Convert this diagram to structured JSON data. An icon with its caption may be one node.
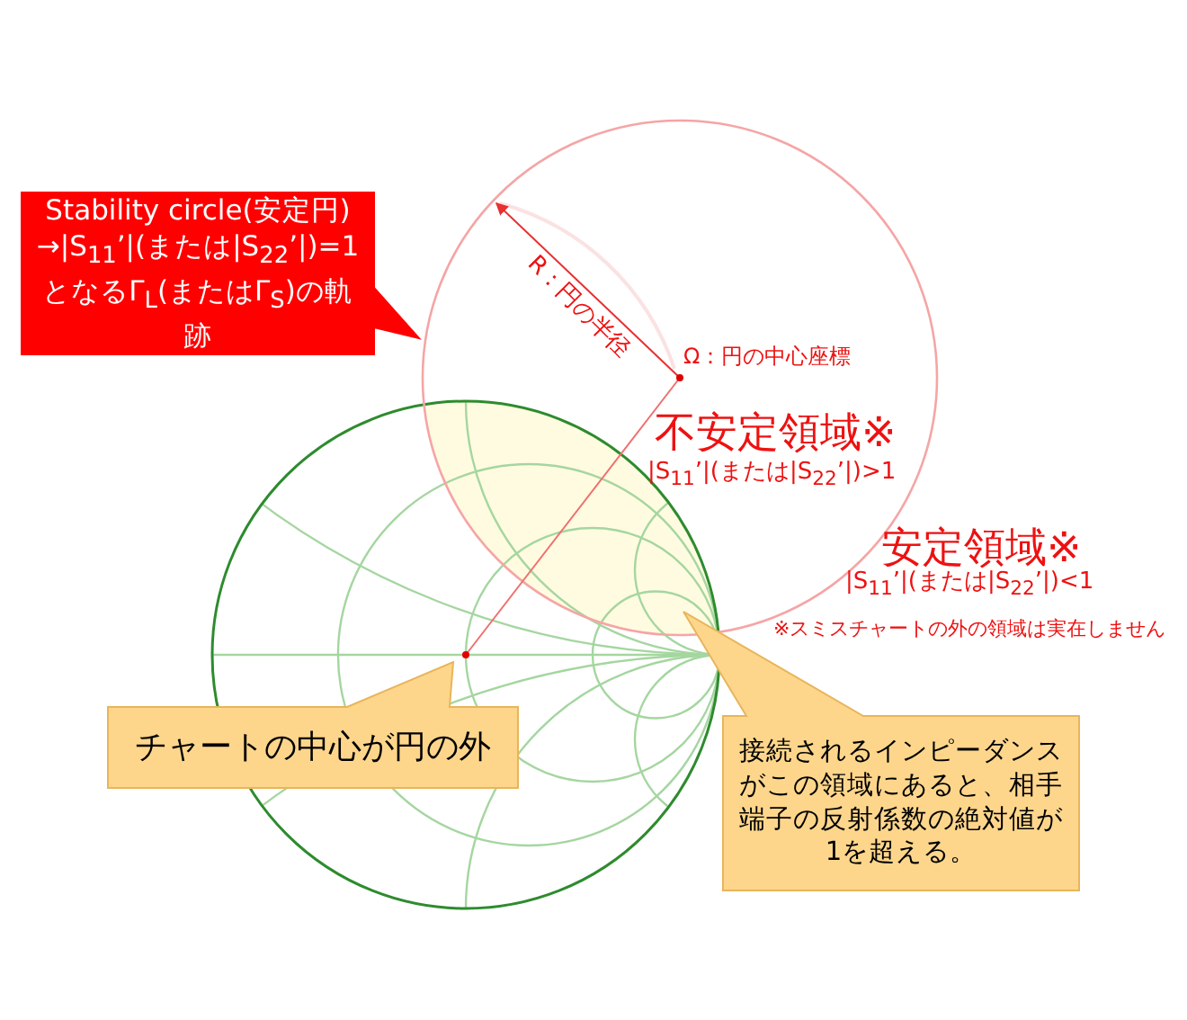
{
  "diagram": {
    "nodes": [
      {
        "text": [
          "Stability circle(安定円) →|S$_{11}$’|(または|S$_{22}$’|)=1 となるΓ$_{L}$(またはΓ$_{S}$)の軌跡"
        ]
      },
      {
        "text": [
          "チャートの中心が円の外"
        ]
      },
      {
        "text": [
          "接続されるインピーダンスがこの領域にあると、相手端子の反射係数の絶対値が1を超える。"
        ]
      }
    ],
    "labels": [
      "R：円の半径",
      "Ω：円の中心座標",
      "不安定領域※",
      "|S$_{11}$’|(または|S$_{22}$’|)>1",
      "安定領域※",
      "|S$_{11}$’|(または|S$_{22}$’|)<1",
      "※スミスチャートの外の領域は実在しません"
    ]
  }
}
